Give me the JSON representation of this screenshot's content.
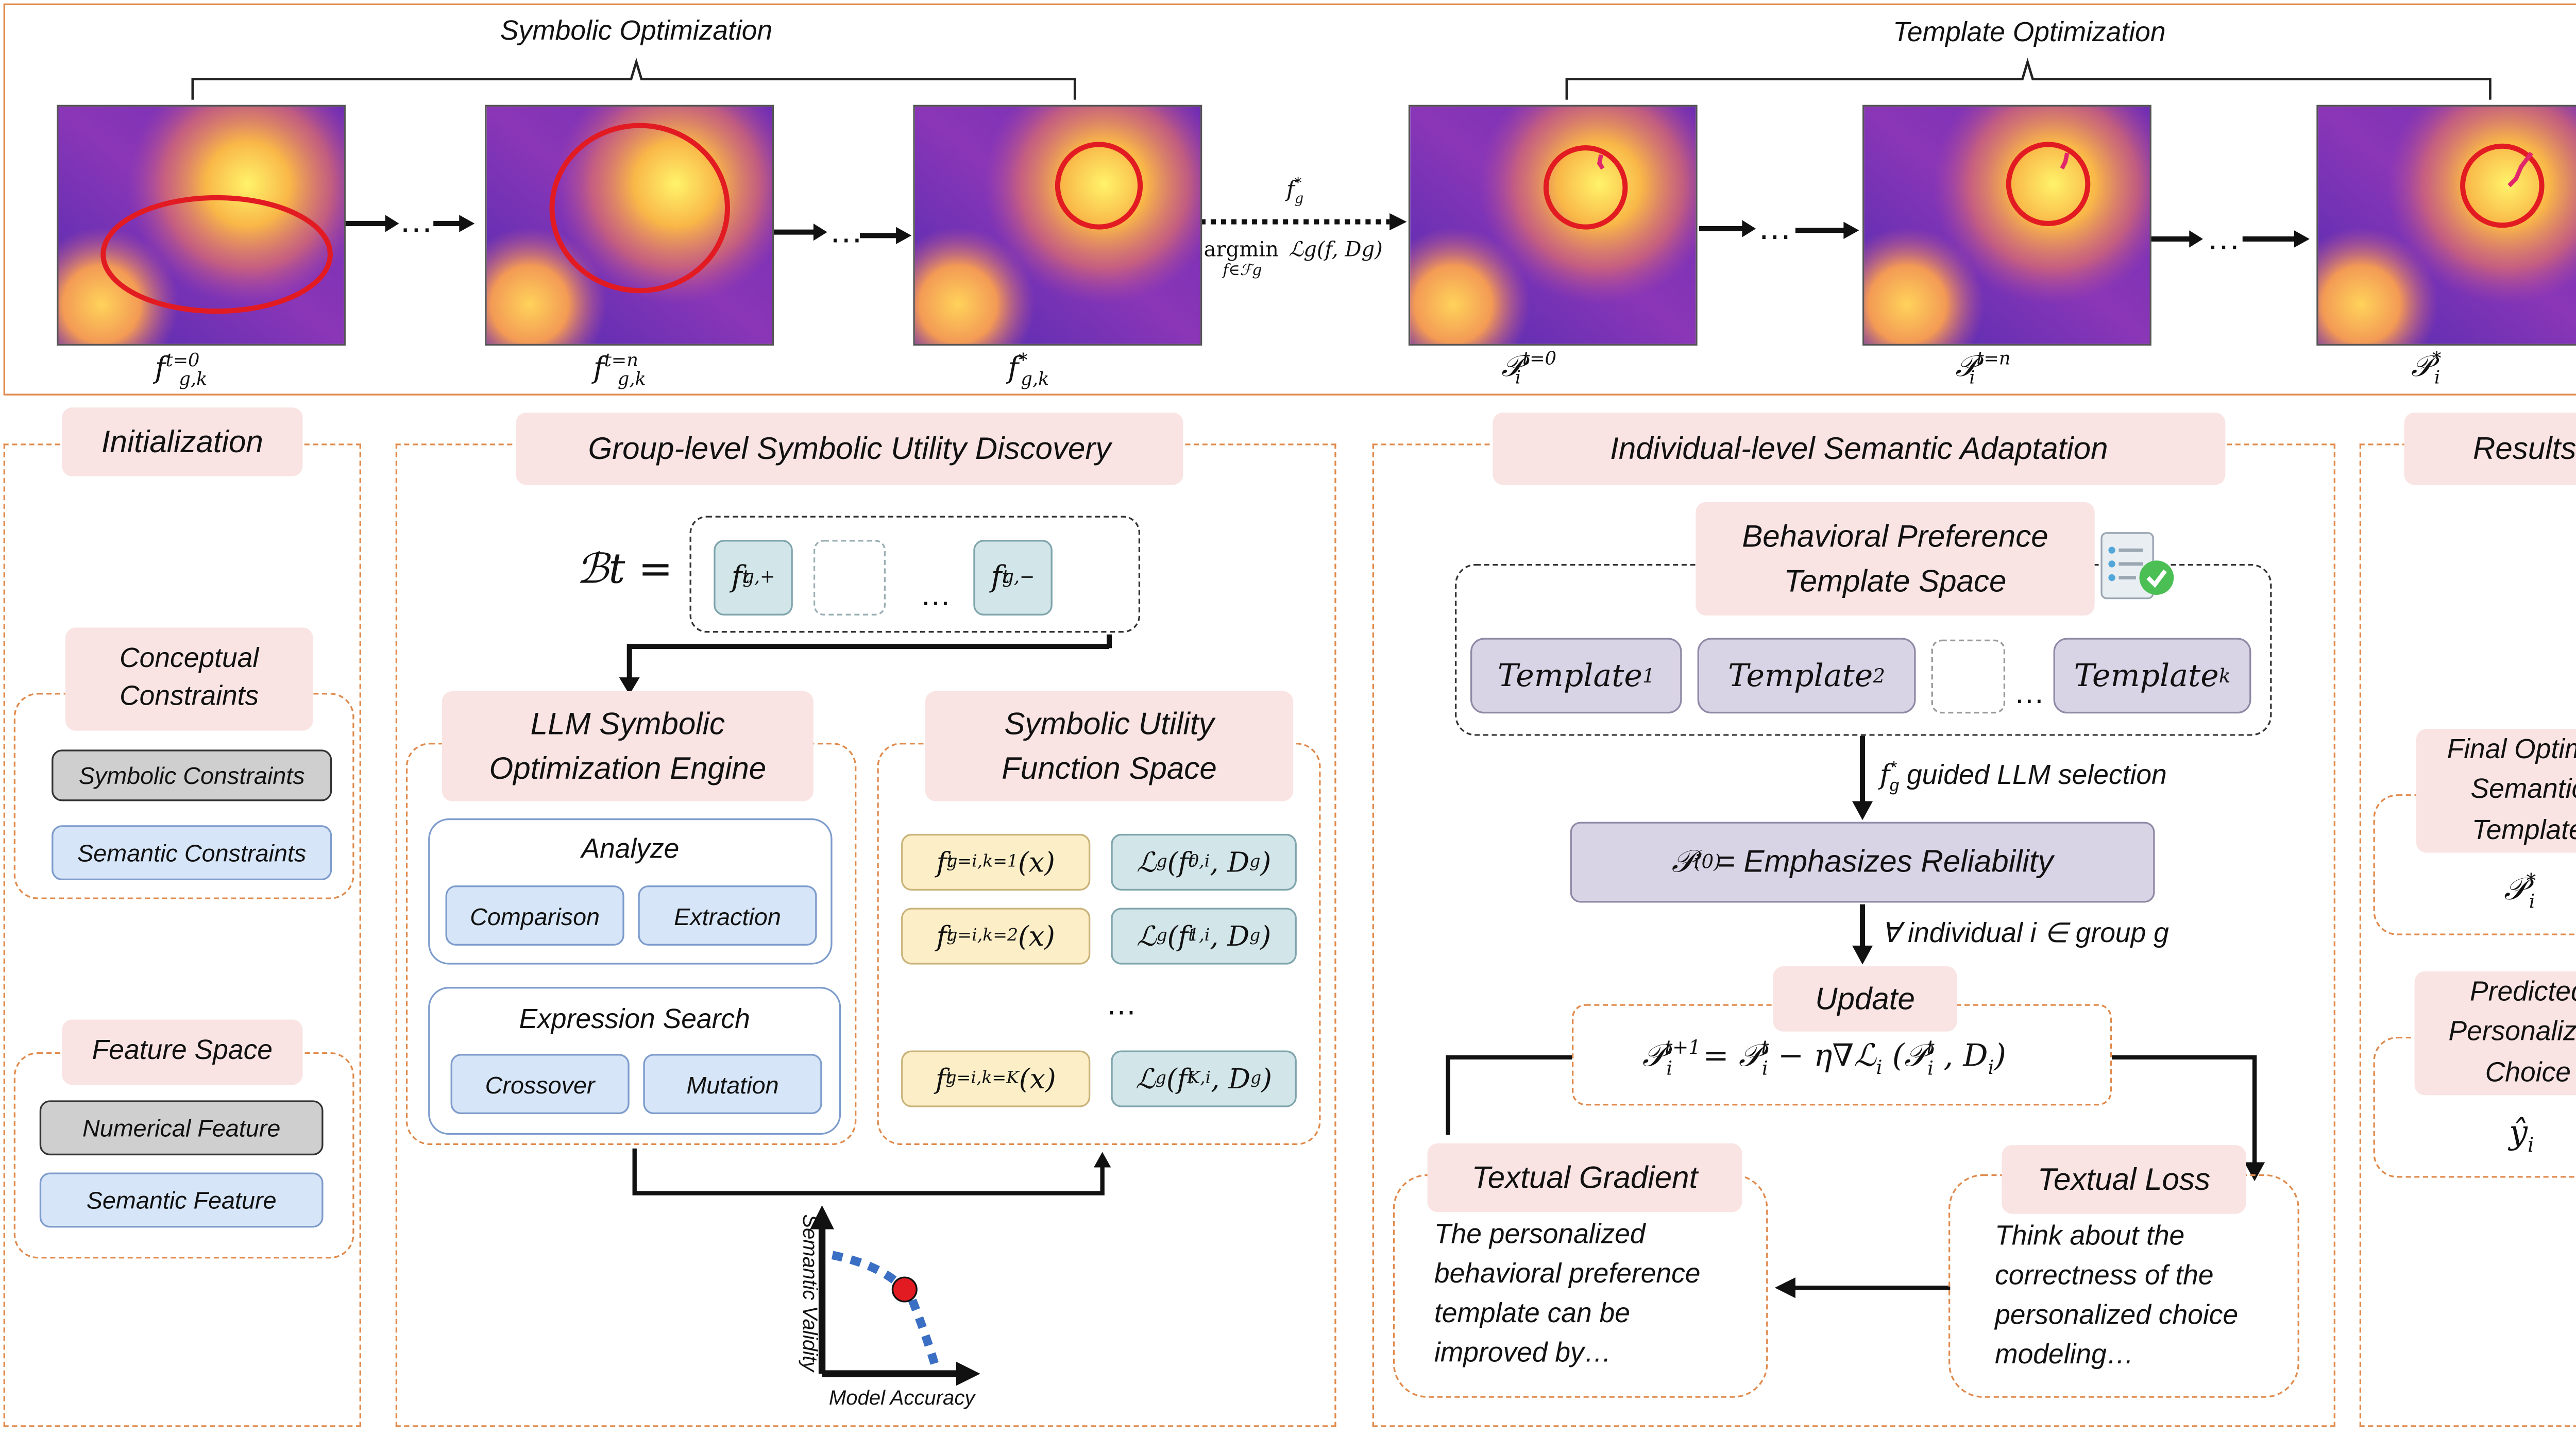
{
  "top_panel": {
    "symbolic_title": "Symbolic Optimization",
    "template_title": "Template Optimization",
    "f_t0": "f",
    "f_t0_sub": "g,k",
    "f_t0_sup": "t=0",
    "f_tn": "f",
    "f_tn_sub": "g,k",
    "f_tn_sup": "t=n",
    "f_star": "f",
    "f_star_sub": "g,k",
    "f_star_sup": "*",
    "p_t0": "𝒫",
    "p_t0_sub": "i",
    "p_t0_sup": "t=0",
    "p_tn": "𝒫",
    "p_tn_sub": "i",
    "p_tn_sup": "t=n",
    "p_star": "𝒫",
    "p_star_sub": "i",
    "p_star_sup": "*",
    "arrow_top": "f",
    "arrow_top_sub": "g",
    "arrow_top_sup": "*",
    "argmin": "argmin",
    "argmin_sub": "f∈ℱg",
    "argmin_expr": "ℒg(f, Dg)",
    "ellipsis": "…"
  },
  "initialization": {
    "header": "Initialization",
    "conceptual": "Conceptual Constraints",
    "symbolic_constraints": "Symbolic Constraints",
    "semantic_constraints": "Semantic Constraints",
    "feature_space": "Feature Space",
    "numerical_feature": "Numerical Feature",
    "semantic_feature": "Semantic Feature"
  },
  "group": {
    "header": "Group-level Symbolic Utility Discovery",
    "bt": "ℬt =",
    "bt_plus": "f",
    "bt_plus_sub": "g,+",
    "bt_plus_sup": "t",
    "bt_minus": "f",
    "bt_minus_sub": "g,−",
    "bt_minus_sup": "t",
    "bt_dots": "…",
    "llm_engine": "LLM Symbolic Optimization Engine",
    "function_space": "Symbolic Utility Function Space",
    "analyze": "Analyze",
    "comparison": "Comparison",
    "extraction": "Extraction",
    "expression_search": "Expression Search",
    "crossover": "Crossover",
    "mutation": "Mutation",
    "rows": [
      {
        "f": "f",
        "f_sup": "t",
        "f_sub": "g=i,k=1",
        "f_arg": "(x)",
        "l": "ℒ",
        "l_sub": "g",
        "l_arg_pre": "(f",
        "l_arg_sup": "t",
        "l_arg_sub": "0,i",
        "l_arg_post": ", D",
        "l_arg_post_sub": "g",
        "l_close": ")"
      },
      {
        "f": "f",
        "f_sup": "t",
        "f_sub": "g=i,k=2",
        "f_arg": "(x)",
        "l": "ℒ",
        "l_sub": "g",
        "l_arg_pre": "(f",
        "l_arg_sup": "t",
        "l_arg_sub": "1,i",
        "l_arg_post": ", D",
        "l_arg_post_sub": "g",
        "l_close": ")"
      },
      {
        "f": "f",
        "f_sup": "t",
        "f_sub": "g=i,k=K",
        "f_arg": "(x)",
        "l": "ℒ",
        "l_sub": "g",
        "l_arg_pre": "(f",
        "l_arg_sup": "t",
        "l_arg_sub": "K,i",
        "l_arg_post": ", D",
        "l_arg_post_sub": "g",
        "l_close": ")"
      }
    ],
    "rows_dots": "…",
    "axis_y": "Semantic Validity",
    "axis_x": "Model Accuracy"
  },
  "individual": {
    "header": "Individual-level Semantic Adaptation",
    "template_space": "Behavioral Preference Template Space",
    "template_word": "Template",
    "t1_sub": "1",
    "t2_sub": "2",
    "tk_sub": "k",
    "t_dots": "…",
    "guided": "guided LLM selection",
    "guided_f": "f",
    "guided_f_sub": "g",
    "guided_f_sup": "*",
    "p0": "𝒫",
    "p0_sub": "i",
    "p0_sup": "(0)",
    "p0_text": "= Emphasizes Reliability",
    "forall": "∀ individual i ∈ group g",
    "update": "Update",
    "update_formula_lhs": "𝒫",
    "update_formula_lhs_sub": "i",
    "update_formula_lhs_sup": "t+1",
    "update_formula_mid": " = 𝒫",
    "update_formula_mid_sub": "i",
    "update_formula_mid_sup": "t",
    "update_formula_rest": " − η∇ℒ",
    "update_formula_rest_sub": "i",
    "update_formula_tail": "(𝒫",
    "update_formula_tail_sub": "i",
    "update_formula_tail_sup": "t",
    "update_formula_end": ", D",
    "update_formula_end_sub": "i",
    "update_formula_close": ")",
    "gradient_title": "Textual Gradient",
    "gradient_text": "The personalized behavioral preference template can be improved by…",
    "loss_title": "Textual Loss",
    "loss_text": "Think about the correctness of the personalized choice modeling…"
  },
  "results": {
    "header": "Results",
    "final_template": "Final Optimal Semantic Template",
    "final_p": "𝒫",
    "final_p_sub": "i",
    "final_p_sup": "*",
    "predicted": "Predicted Personalized Choice",
    "yhat": "ŷ",
    "yhat_sub": "i"
  },
  "icons": {
    "checklist": "checklist-icon"
  },
  "colors": {
    "accent_orange": "#e08a4c",
    "pink_header": "#f9e4e3",
    "red_circle": "#e21b23",
    "blue_pill": "#d6e5f7",
    "lavender": "#d9d3e6"
  }
}
